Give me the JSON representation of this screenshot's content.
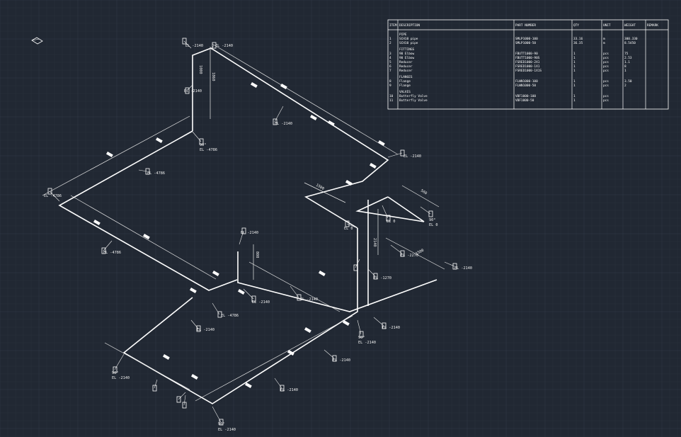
{
  "drawing": {
    "elevations": {
      "e1": "EL -2140",
      "e2": "EL -4786",
      "e3": "EL 0",
      "e4": "EL -2270",
      "e5": "EL -1270"
    },
    "angle_label": "90°",
    "dims": {
      "d1": "1000",
      "d2": "2140",
      "d3": "1860",
      "d4": "1500",
      "d5": "800",
      "d6": "560"
    }
  },
  "bom_table": {
    "headers": [
      "ITEM",
      "DESCRIPTION",
      "PART NUMBER",
      "QTY",
      "UNIT",
      "WEIGHT",
      "REMARK"
    ],
    "sections": [
      {
        "title": "PIPE",
        "rows": [
          [
            "1",
            "SCH10 pipe",
            "SMLP1000-100",
            "33.16",
            "m",
            "300.330",
            ""
          ],
          [
            "2",
            "SCH10 pipe",
            "SMLP1000-50",
            "36.35",
            "m",
            "8.5450",
            ""
          ]
        ]
      },
      {
        "title": "FITTINGS",
        "rows": [
          [
            "3",
            "90 Elbow",
            "FBUTT1000-90",
            "1",
            "pcs",
            "75",
            ""
          ],
          [
            "4",
            "90 Elbow",
            "FBUTT1000-90S",
            "1",
            "pcs",
            "2.53",
            ""
          ],
          [
            "5",
            "Reducer",
            "FSRED1000-2X1",
            "1",
            "pcs",
            "1.1",
            ""
          ],
          [
            "6",
            "Reducer",
            "FSRED1000-1X1",
            "1",
            "pcs",
            "8",
            ""
          ],
          [
            "7",
            "Reducer",
            "FSRED1000-1X1S",
            "1",
            "pcs",
            "1",
            ""
          ]
        ]
      },
      {
        "title": "FLANGES",
        "rows": [
          [
            "8",
            "Flange",
            "FLWN1000-100",
            "1",
            "pcs",
            "3.50",
            ""
          ],
          [
            "9",
            "Flange",
            "FLWN1000-50",
            "1",
            "pcs",
            "2",
            ""
          ]
        ]
      },
      {
        "title": "VALVES",
        "rows": [
          [
            "10",
            "Butterfly Valve",
            "VBF1000-100",
            "1",
            "pcs",
            "",
            ""
          ],
          [
            "11",
            "Butterfly Valve",
            "VBF1000-50",
            "1",
            "pcs",
            "",
            ""
          ]
        ]
      }
    ]
  }
}
